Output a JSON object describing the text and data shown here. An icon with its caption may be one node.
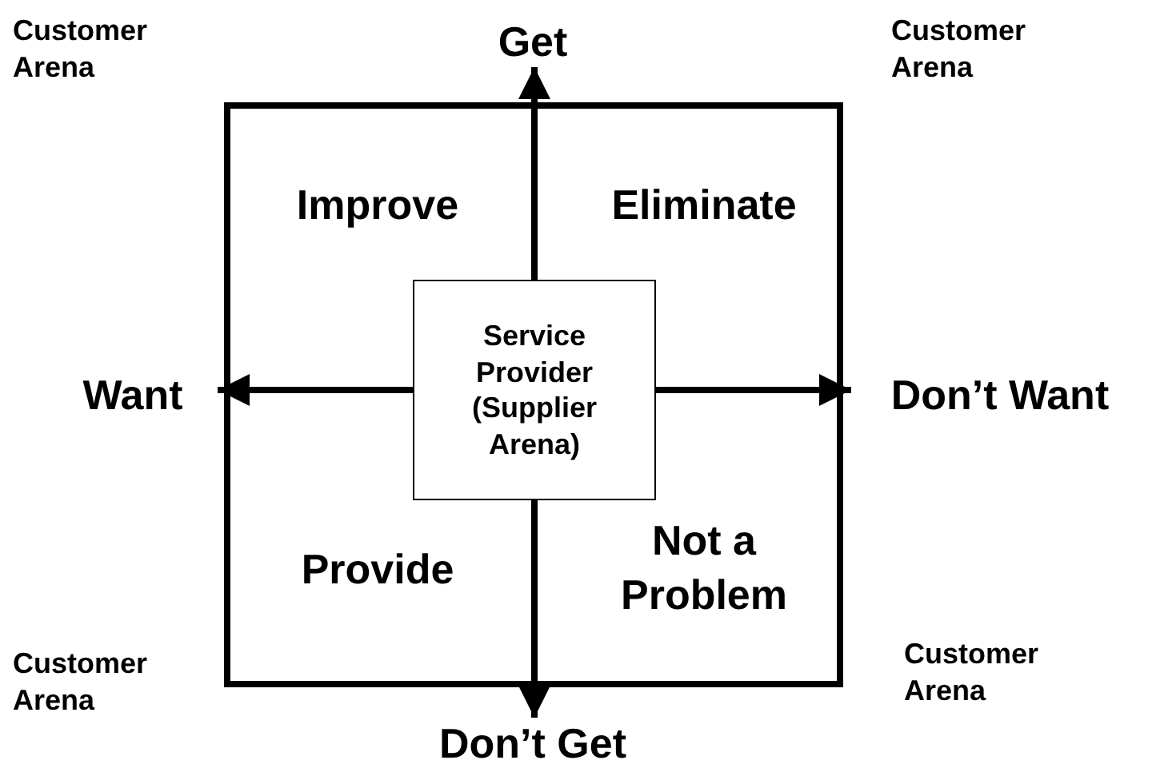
{
  "diagram": {
    "nodes": [
      {
        "text": [],
        "shape": "box"
      },
      {
        "text": [
          "Service Provider (Supplier Arena)"
        ],
        "in": 0
      },
      {
        "text": [
          "Get"
        ]
      },
      {
        "text": [
          "Want"
        ]
      },
      {
        "text": [
          "Don’t Want"
        ]
      },
      {
        "text": [
          "Don’t Get"
        ]
      }
    ],
    "edges": [
      {
        "from": 1,
        "to": 2,
        "arrow": "to"
      },
      {
        "from": 1,
        "to": 3,
        "arrow": "to"
      },
      {
        "from": 1,
        "to": 4,
        "arrow": "to"
      },
      {
        "from": 1,
        "to": 5,
        "arrow": "to"
      }
    ],
    "labels": [
      "Customer Arena",
      "Customer Arena",
      "Improve",
      "Eliminate",
      "Provide",
      "Not a Problem",
      "Customer Arena",
      "Customer Arena"
    ]
  }
}
